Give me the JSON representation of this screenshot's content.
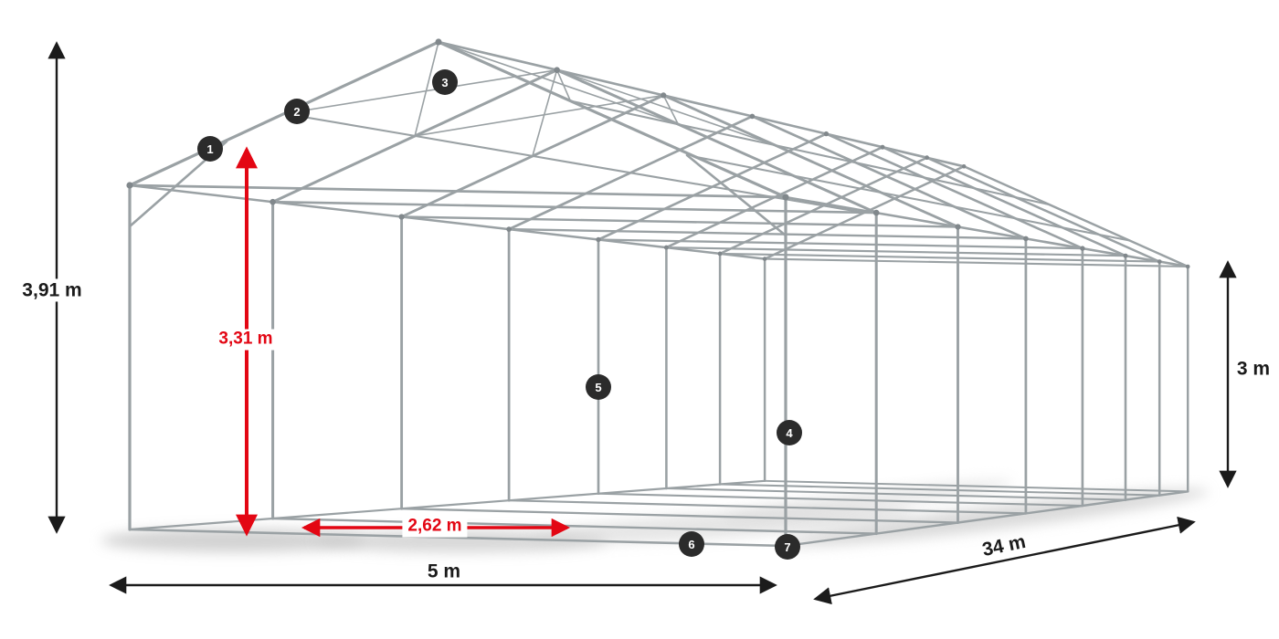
{
  "diagram": {
    "dimension_labels": {
      "total_height": "3,91 m",
      "ridge_clearance": "3,31 m",
      "bay_spacing": "2,62 m",
      "width": "5 m",
      "length": "34 m",
      "side_height": "3 m"
    },
    "markers": [
      "1",
      "2",
      "3",
      "4",
      "5",
      "6",
      "7"
    ],
    "colors": {
      "frame": "#9aa1a4",
      "frame_joint": "#81888c",
      "shadow": "#c6c6c6",
      "dimension_black": "#1b1b1b",
      "dimension_red": "#e30613",
      "badge_background": "#2b2b2b",
      "badge_text": "#ffffff",
      "background": "#ffffff"
    }
  }
}
